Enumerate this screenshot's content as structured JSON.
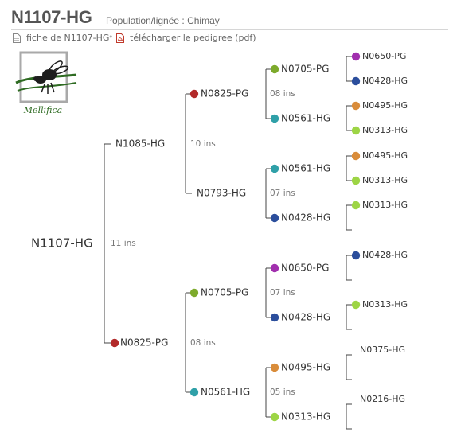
{
  "header": {
    "title": "N1107-HG",
    "subtitle": "Population/lignée : Chimay",
    "link_fiche": "fiche de N1107-HG",
    "link_pdf": "télécharger le pedigree (pdf)",
    "separator": "•"
  },
  "logo": {
    "text": "Mellifica"
  },
  "colors": {
    "red": "#b22a2a",
    "olive": "#7daa2c",
    "teal": "#2fa0a8",
    "navy": "#2b4e9c",
    "purple": "#a12fae",
    "orange": "#d98c3a",
    "lime": "#9dd545",
    "line": "#444444"
  },
  "pedigree": {
    "root": {
      "label": "N1107-HG",
      "ins": "11 ins"
    },
    "gen1": [
      {
        "label": "N1085-HG",
        "ins": "10 ins"
      },
      {
        "label": "N0825-PG",
        "ins": "08 ins",
        "dot": "red"
      }
    ],
    "gen2": [
      {
        "label": "N0825-PG",
        "ins": "08 ins",
        "dot": "red"
      },
      {
        "label": "N0793-HG",
        "ins": "07 ins"
      },
      {
        "label": "N0705-PG",
        "ins": "07 ins",
        "dot": "olive"
      },
      {
        "label": "N0561-HG",
        "ins": "05 ins",
        "dot": "teal"
      }
    ],
    "gen3": [
      {
        "label": "N0705-PG",
        "dot": "olive"
      },
      {
        "label": "N0561-HG",
        "dot": "teal"
      },
      {
        "label": "N0561-HG",
        "dot": "teal"
      },
      {
        "label": "N0428-HG",
        "dot": "navy"
      },
      {
        "label": "N0650-PG",
        "dot": "purple"
      },
      {
        "label": "N0428-HG",
        "dot": "navy"
      },
      {
        "label": "N0495-HG",
        "dot": "orange"
      },
      {
        "label": "N0313-HG",
        "dot": "lime"
      }
    ],
    "gen3_ins": [
      "08 ins"
    ],
    "gen4": [
      {
        "label": "N0650-PG",
        "dot": "purple"
      },
      {
        "label": "N0428-HG",
        "dot": "navy"
      },
      {
        "label": "N0495-HG",
        "dot": "orange"
      },
      {
        "label": "N0313-HG",
        "dot": "lime"
      },
      {
        "label": "N0495-HG",
        "dot": "orange"
      },
      {
        "label": "N0313-HG",
        "dot": "lime"
      },
      {
        "label": "N0313-HG",
        "dot": "lime"
      },
      {
        "label": "",
        "dot": ""
      },
      {
        "label": "N0428-HG",
        "dot": "navy"
      },
      {
        "label": "",
        "dot": ""
      },
      {
        "label": "N0313-HG",
        "dot": "lime"
      },
      {
        "label": "",
        "dot": ""
      },
      {
        "label": "N0375-HG",
        "dot": ""
      },
      {
        "label": "",
        "dot": ""
      },
      {
        "label": "N0216-HG",
        "dot": ""
      },
      {
        "label": "",
        "dot": ""
      }
    ]
  }
}
